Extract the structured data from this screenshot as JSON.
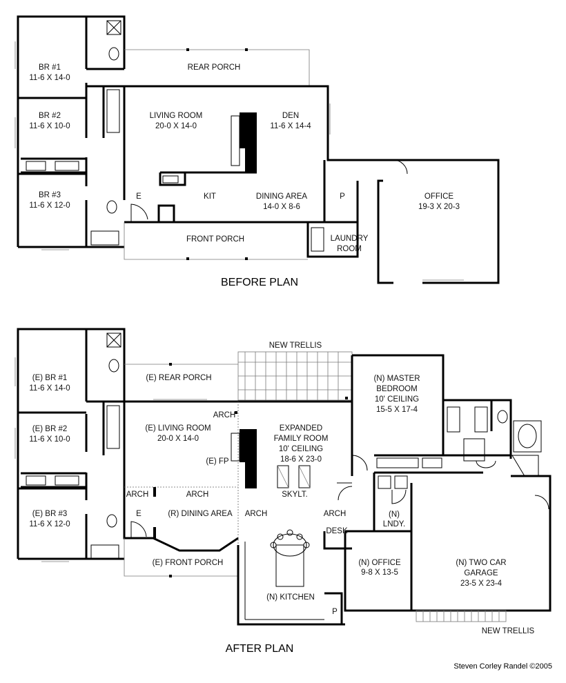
{
  "before": {
    "title": "BEFORE PLAN",
    "rooms": {
      "br1_name": "BR #1",
      "br1_dim": "11-6 X 14-0",
      "br2_name": "BR #2",
      "br2_dim": "11-6 X 10-0",
      "br3_name": "BR #3",
      "br3_dim": "11-6 X 12-0",
      "rear_porch": "REAR PORCH",
      "living_name": "LIVING ROOM",
      "living_dim": "20-0 X 14-0",
      "den_name": "DEN",
      "den_dim": "11-6 X 14-4",
      "entry": "E",
      "kit": "KIT",
      "dining_name": "DINING AREA",
      "dining_dim": "14-0 X 8-6",
      "pantry": "P",
      "office_name": "OFFICE",
      "office_dim": "19-3 X 20-3",
      "front_porch": "FRONT PORCH",
      "laundry_1": "LAUNDRY",
      "laundry_2": "ROOM"
    }
  },
  "after": {
    "title": "AFTER PLAN",
    "rooms": {
      "trellis_top": "NEW TRELLIS",
      "br1_name": "(E) BR #1",
      "br1_dim": "11-6 X 14-0",
      "br2_name": "(E) BR #2",
      "br2_dim": "11-6 X 10-0",
      "br3_name": "(E) BR #3",
      "br3_dim": "11-6 X 12-0",
      "rear_porch": "(E) REAR PORCH",
      "arch_top": "ARCH",
      "living_name": "(E) LIVING ROOM",
      "living_dim": "20-0 X 14-0",
      "fp": "(E) FP",
      "family_1": "EXPANDED",
      "family_2": "FAMILY ROOM",
      "family_3": "10' CEILING",
      "family_4": "18-6 X 23-0",
      "skylight": "SKYLT.",
      "master_1": "(N) MASTER",
      "master_2": "BEDROOM",
      "master_3": "10' CEILING",
      "master_4": "15-5 X 17-4",
      "arch_left": "ARCH",
      "arch_mid": "ARCH",
      "arch_family": "ARCH",
      "arch_right": "ARCH",
      "entry": "E",
      "dining": "(R) DINING AREA",
      "lndy_1": "(N)",
      "lndy_2": "LNDY.",
      "desk": "DESK",
      "front_porch": "(E) FRONT PORCH",
      "office_1": "(N) OFFICE",
      "office_2": "9-8 X 13-5",
      "garage_1": "(N) TWO CAR",
      "garage_2": "GARAGE",
      "garage_3": "23-5 X 23-4",
      "kitchen": "(N) KITCHEN",
      "pantry": "P",
      "trellis_bottom": "NEW TRELLIS"
    }
  },
  "credit": "Steven Corley Randel ©2005"
}
